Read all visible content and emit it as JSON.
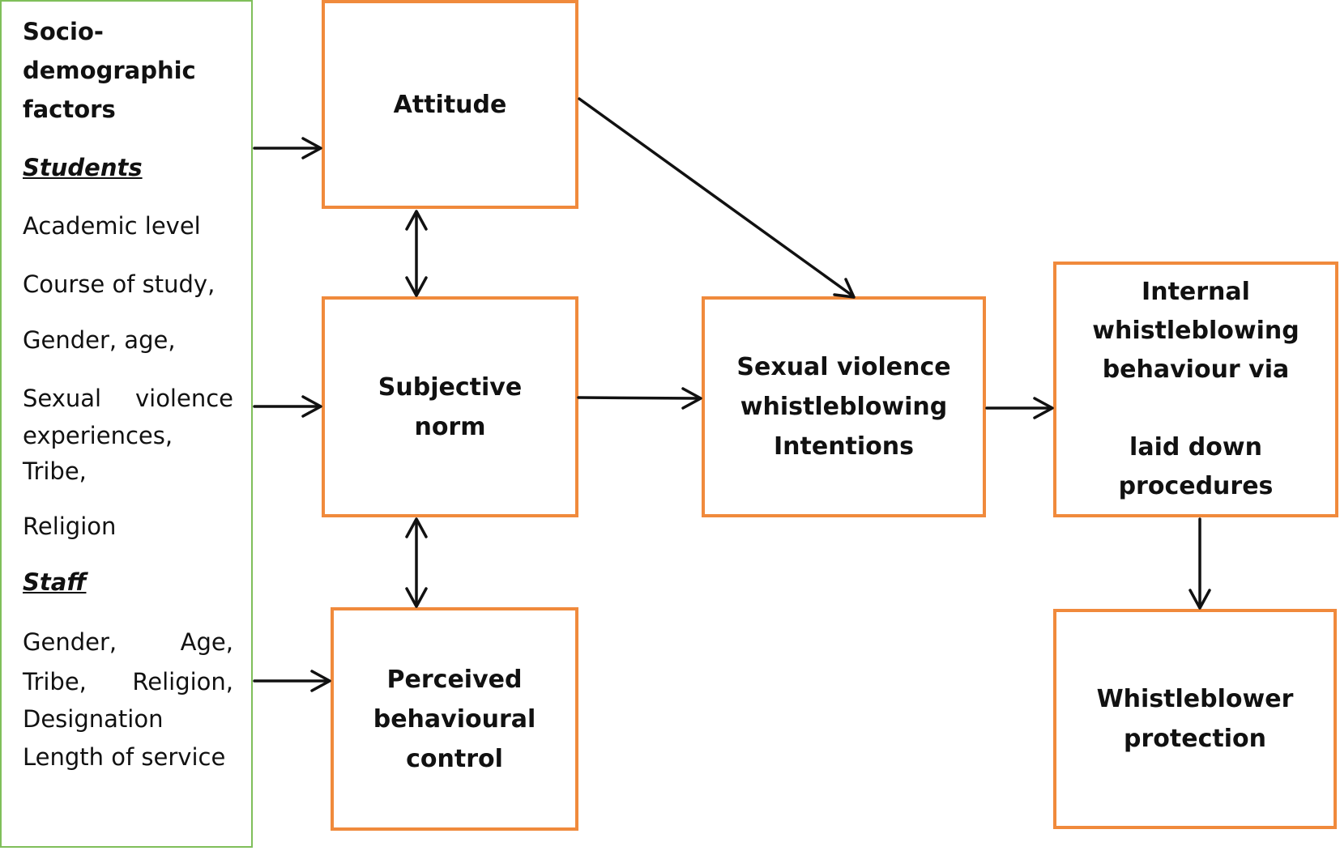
{
  "factors": {
    "title": "Socio-\ndemographic\nfactors",
    "students_heading": "Students",
    "students_items": [
      "Academic level",
      "Course of study,",
      "Gender, age,"
    ],
    "students_sv_line1": "Sexual violence",
    "students_sv_line2": "experiences,",
    "students_tribe": "Tribe,",
    "students_religion": "Religion",
    "staff_heading": "Staff",
    "staff_line1": "Gender, Age,",
    "staff_line2": "Tribe, Religion,",
    "staff_line3": "Designation",
    "staff_line4": "Length of service"
  },
  "boxes": {
    "attitude": "Attitude",
    "subjective_norm": "Subjective\nnorm",
    "pbc": "Perceived\nbehavioural\ncontrol",
    "intentions": "Sexual violence\nwhistleblowing\nIntentions",
    "behaviour": "Internal\nwhistleblowing\nbehaviour via\n\nlaid down\nprocedures",
    "protection": "Whistleblower\nprotection"
  },
  "colors": {
    "box_border": "#f08a3c",
    "factors_border": "#7fbf5a",
    "arrow": "#111111"
  }
}
